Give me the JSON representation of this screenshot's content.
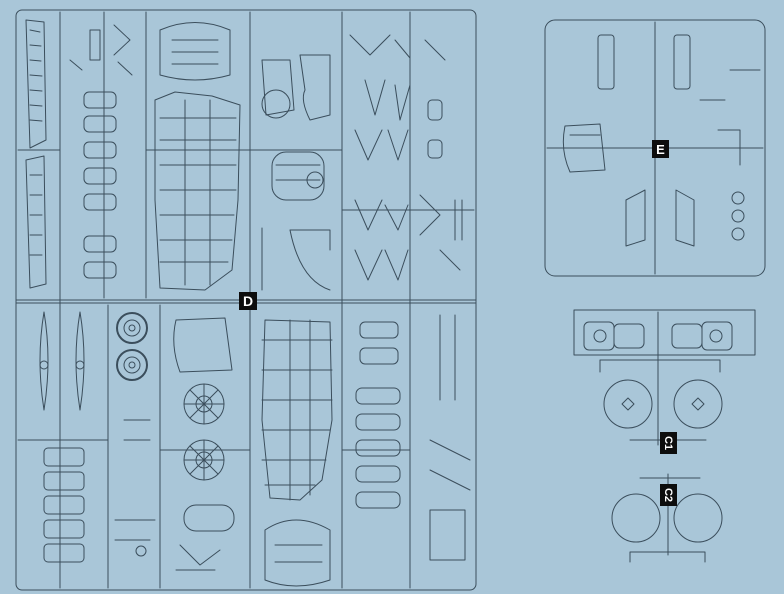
{
  "sprues": {
    "d_label": "D",
    "e_label": "E",
    "c1_label": "C1",
    "c2_label": "C2"
  },
  "colors": {
    "background": "#a9c6d8",
    "outline": "#3b4e5c",
    "label_bg": "#0d0d0d",
    "label_text": "#ffffff"
  }
}
